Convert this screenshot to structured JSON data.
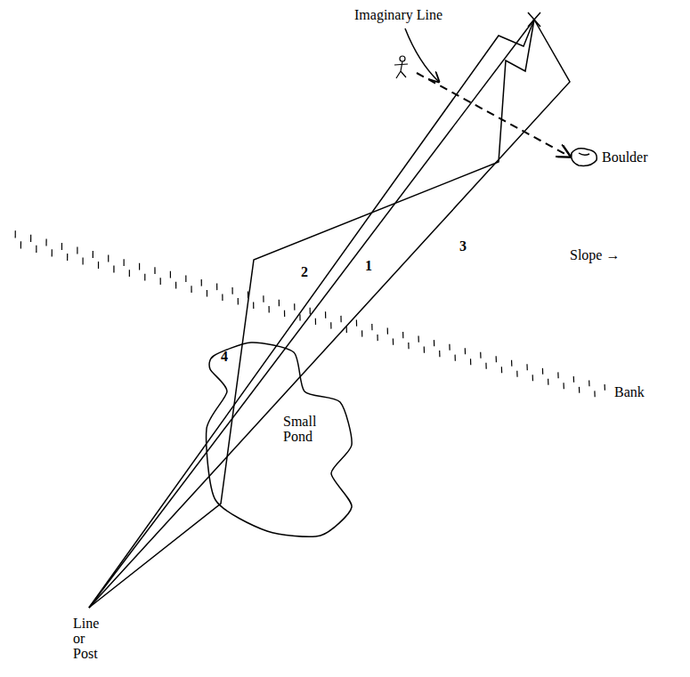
{
  "diagram": {
    "nodes": [
      {
        "text": [
          "Small Pond"
        ]
      }
    ],
    "labels": [
      "Imaginary Line",
      "Boulder",
      "Slope →",
      "1",
      "2",
      "3",
      "Bank",
      "4",
      "Line or Post"
    ]
  }
}
